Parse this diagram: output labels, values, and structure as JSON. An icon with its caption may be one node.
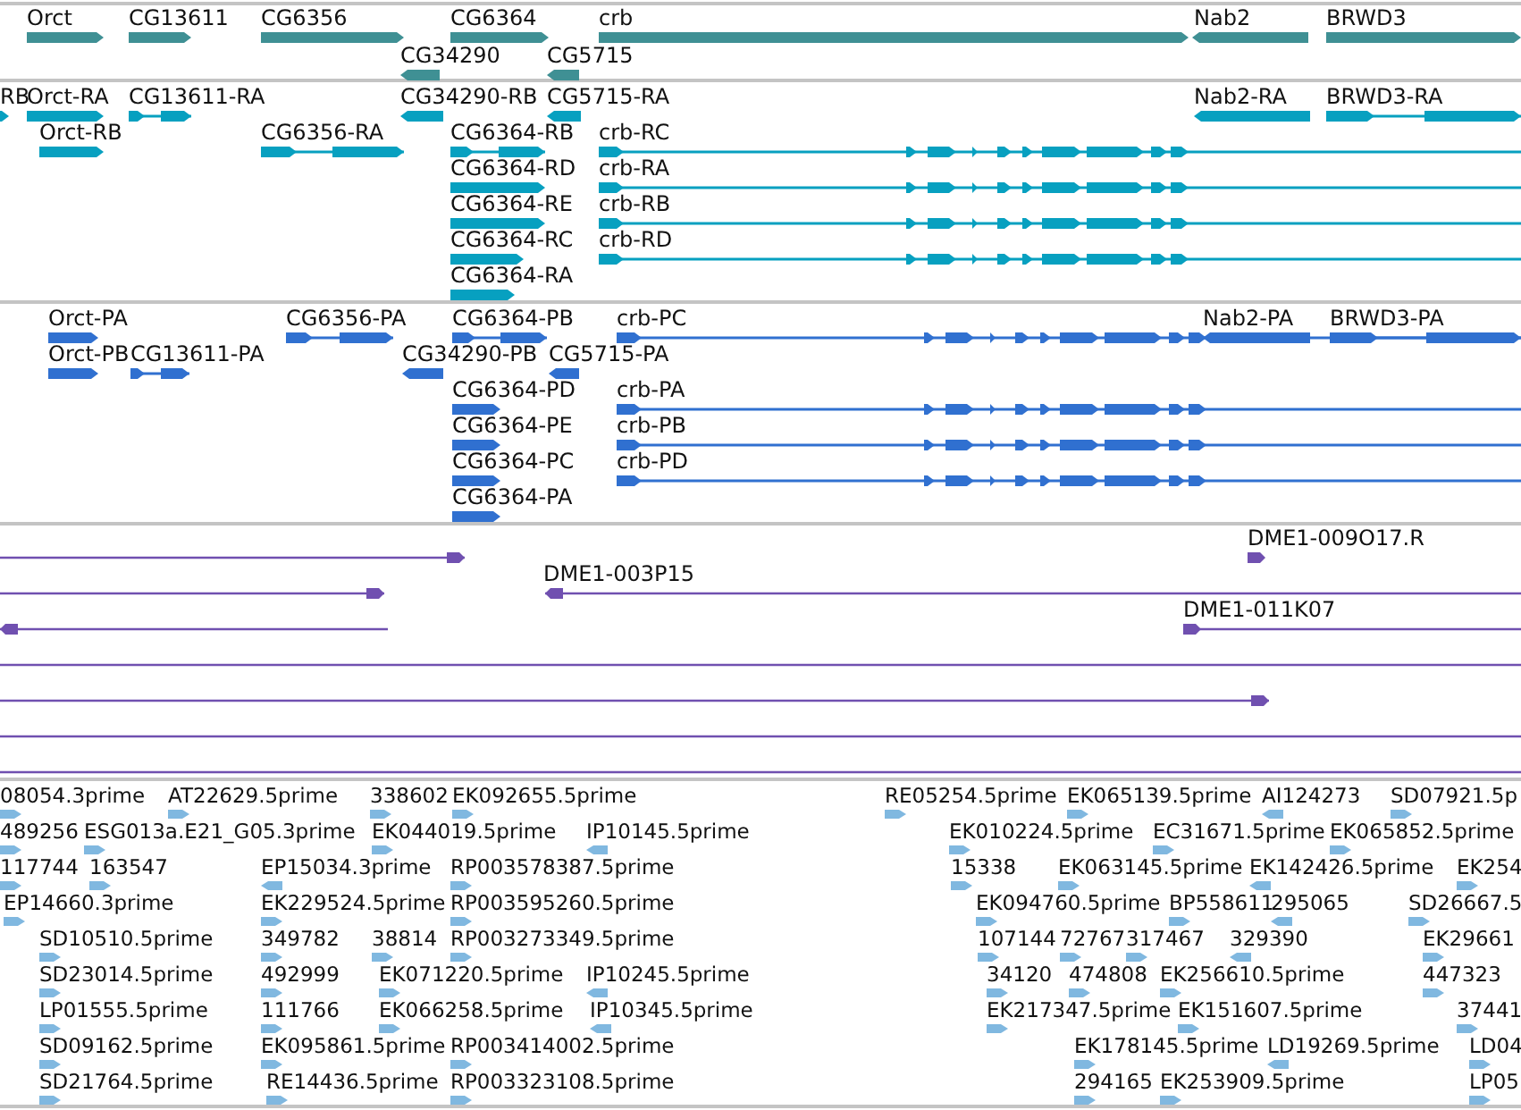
{
  "diagram": {
    "labels": [
      "Orct",
      "CG13611",
      "CG6356",
      "CG6364",
      "crb",
      "Nab2",
      "BRWD3",
      "CG34290",
      "CG5715",
      "RB",
      "Orct-RA",
      "CG13611-RA",
      "CG34290-RB",
      "CG5715-RA",
      "Nab2-RA",
      "BRWD3-RA",
      "Orct-RB",
      "CG6356-RA",
      "CG6364-RB",
      "crb-RC",
      "CG6364-RD",
      "crb-RA",
      "CG6364-RE",
      "crb-RB",
      "CG6364-RC",
      "crb-RD",
      "CG6364-RA",
      "Orct-PA",
      "CG6356-PA",
      "CG6364-PB",
      "crb-PC",
      "Nab2-PA",
      "BRWD3-PA",
      "Orct-PB",
      "CG13611-PA",
      "CG34290-PB",
      "CG5715-PA",
      "CG6364-PD",
      "crb-PA",
      "CG6364-PE",
      "crb-PB",
      "CG6364-PC",
      "crb-PD",
      "CG6364-PA",
      "DME1-009O17.R",
      "DME1-003P15",
      "DME1-011K07",
      "08054.3prime",
      "AT22629.5prime",
      "338602",
      "EK092655.5prime",
      "RE05254.5prime",
      "EK065139.5prime",
      "AI124273",
      "SD07921.5p",
      "489256",
      "ESG013a.E21_G05.3prime",
      "EK044019.5prime",
      "IP10145.5prime",
      "EK010224.5prime",
      "EC31671.5prime",
      "EK065852.5prime",
      "117744",
      "163547",
      "EP15034.3prime",
      "RP003578387.5prime",
      "15338",
      "EK063145.5prime",
      "EK142426.5prime",
      "EK254",
      "EP14660.3prime",
      "EK229524.5prime",
      "RP003595260.5prime",
      "EK094760.5prime",
      "BP558611",
      "295065",
      "SD26667.5",
      "SD10510.5prime",
      "349782",
      "38814",
      "RP003273349.5prime",
      "107144",
      "72767",
      "317467",
      "329390",
      "EK29661",
      "SD23014.5prime",
      "492999",
      "EK071220.5prime",
      "IP10245.5prime",
      "34120",
      "474808",
      "EK256610.5prime",
      "447323",
      "LP01555.5prime",
      "111766",
      "EK066258.5prime",
      "IP10345.5prime",
      "EK217347.5prime",
      "EK151607.5prime",
      "37441",
      "SD09162.5prime",
      "EK095861.5prime",
      "RP003414002.5prime",
      "EK178145.5prime",
      "LD19269.5prime",
      "LD04",
      "SD21764.5prime",
      "RE14436.5prime",
      "RP003323108.5prime",
      "294165",
      "EK253909.5prime",
      "LP05"
    ]
  }
}
